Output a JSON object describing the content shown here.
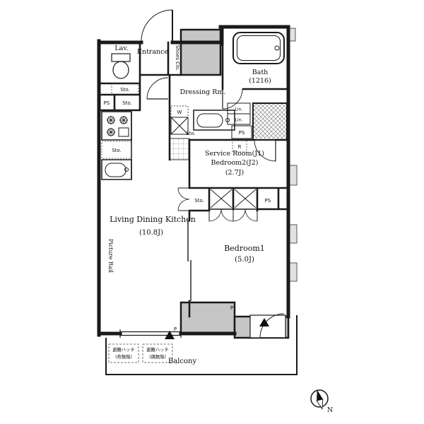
{
  "rooms": {
    "lav": "Lav.",
    "entrance": "Entrance",
    "shoes_closet": "Shoes Clo.",
    "bath": "Bath",
    "bath_size": "(1216)",
    "dressing": "Dressing Rm.",
    "service_room": "Service Room(J1)",
    "bedroom2": "Bedroom2(J2)",
    "service_size": "(2.7J)",
    "ldk": "Living Dining Kitchen",
    "ldk_size": "(10.8J)",
    "bedroom1": "Bedroom1",
    "bedroom1_size": "(5.0J)",
    "balcony": "Balcony"
  },
  "fixtures": {
    "ps": "PS",
    "sto": "Sto.",
    "washer": "W",
    "linen": "Lin.",
    "refrigerator": "R",
    "pipe": "P",
    "picture_rail": "Picture Rail"
  },
  "annotations": {
    "hatch_label": "避難ハッチ",
    "hatch_odd": "(奇数階)",
    "hatch_even": "(偶数階)",
    "north": "N"
  },
  "colors": {
    "wall": "#1a1a1a",
    "shaft_gray": "#c6c6c6",
    "vent_gray": "#e2e2e2"
  }
}
